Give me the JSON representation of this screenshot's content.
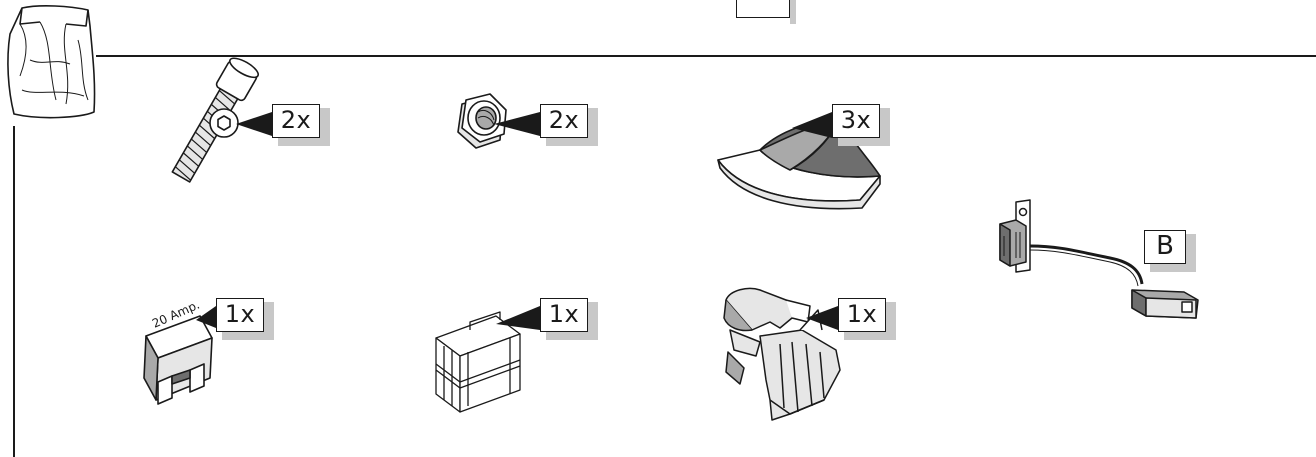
{
  "parts": [
    {
      "id": "screw",
      "qty": "2x"
    },
    {
      "id": "nut",
      "qty": "2x"
    },
    {
      "id": "adhesive-pad",
      "qty": "3x"
    },
    {
      "id": "fuse",
      "qty": "1x",
      "fuse_label": "20 Amp."
    },
    {
      "id": "fuse-holder",
      "qty": "1x"
    },
    {
      "id": "cable-clip",
      "qty": "1x"
    }
  ],
  "sensor": {
    "callout": "B"
  },
  "colors": {
    "line": "#1a1a1a",
    "shadow": "#c8c8c8",
    "fill_light": "#e6e6e6",
    "fill_mid": "#a9a9a9",
    "fill_dark": "#6e6e6e"
  }
}
